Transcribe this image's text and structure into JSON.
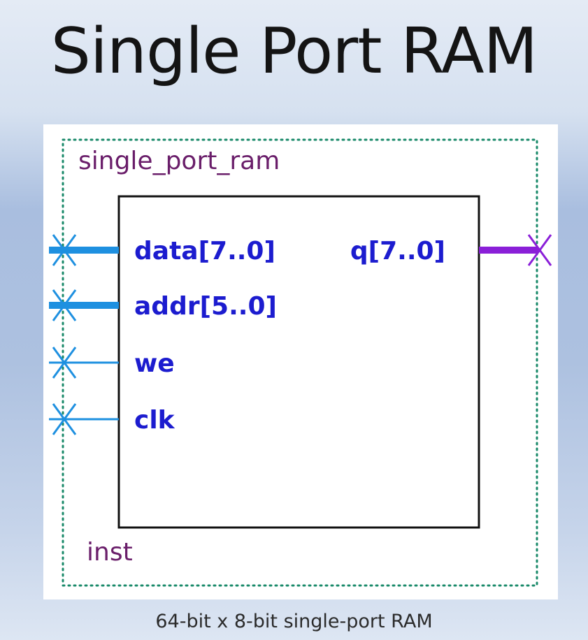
{
  "title": "Single Port RAM",
  "caption": "64-bit x 8-bit single-port RAM",
  "block": {
    "module_name": "single_port_ram",
    "instance_name": "inst",
    "inputs": [
      "data[7..0]",
      "addr[5..0]",
      "we",
      "clk"
    ],
    "outputs": [
      "q[7..0]"
    ]
  },
  "colors": {
    "input_wire": "#1e90e0",
    "output_wire": "#8a1fd8",
    "port_label": "#1c1ccf",
    "instance_label": "#6a1e6a",
    "border_dots": "#1a8a6a"
  }
}
